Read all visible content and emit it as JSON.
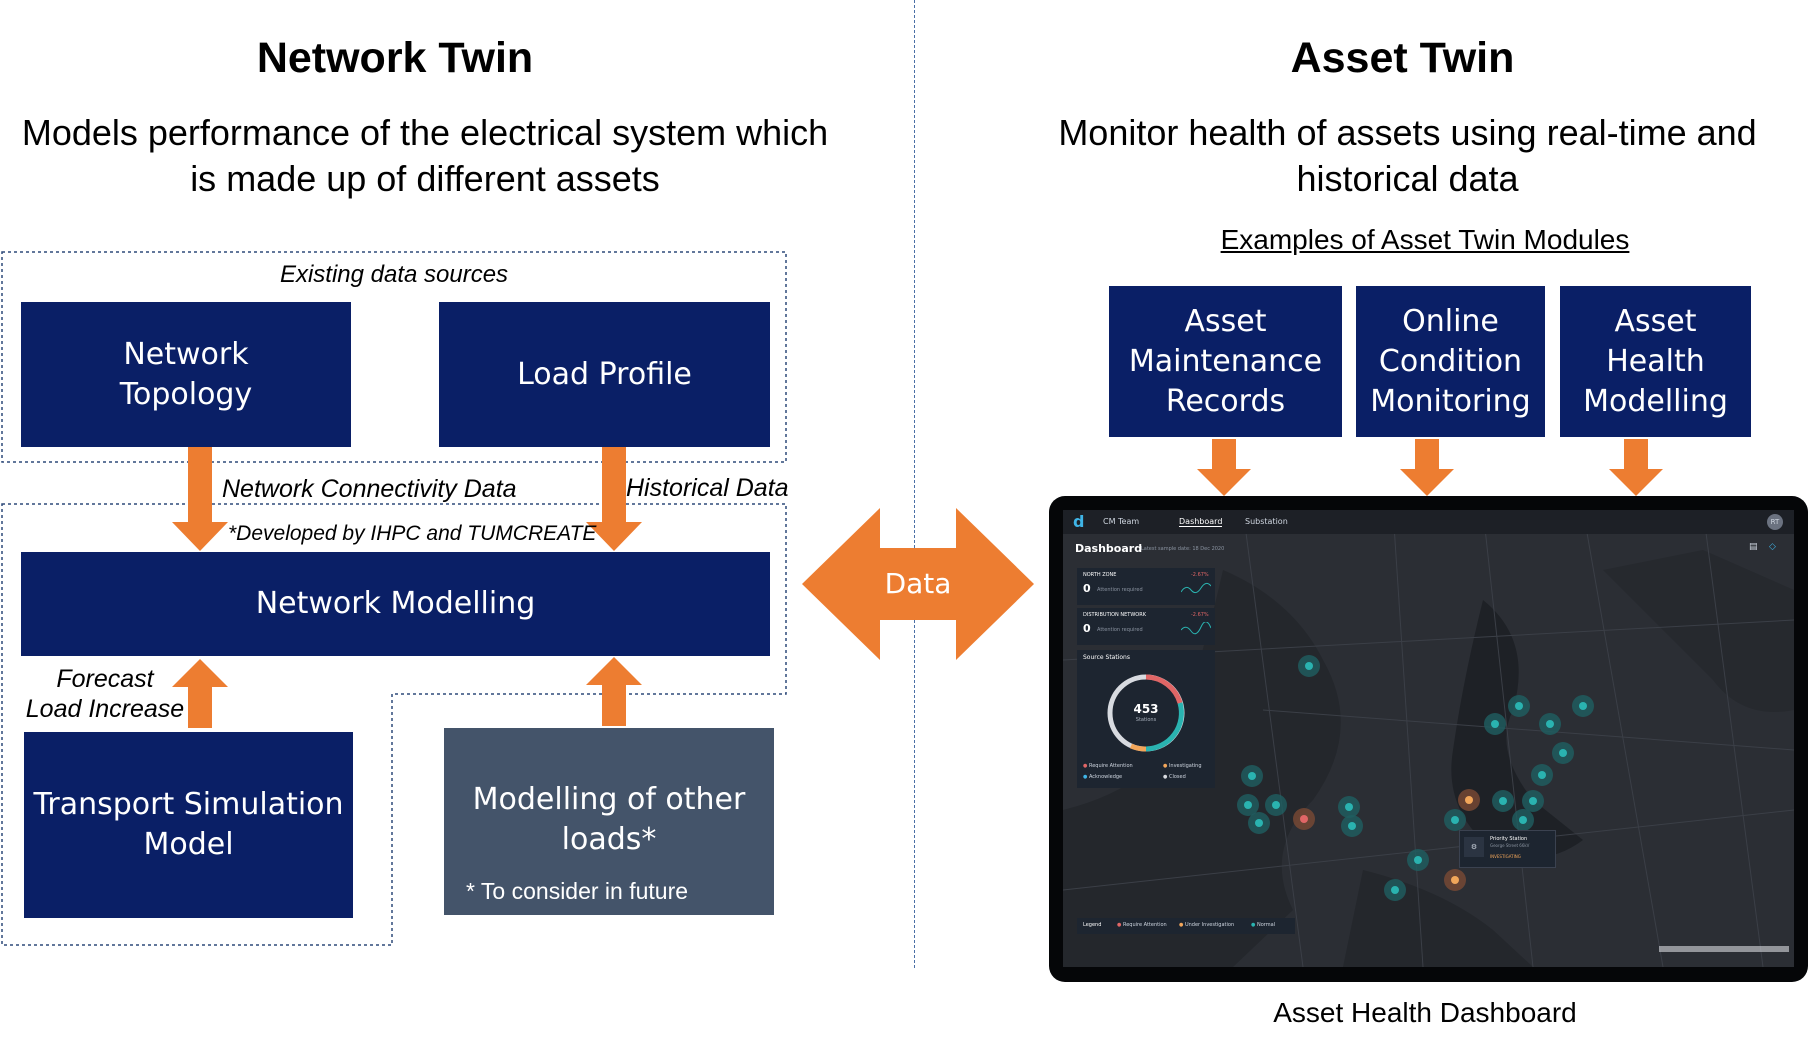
{
  "left": {
    "title": "Network Twin",
    "subtitle_line1": "Models performance of the electrical system which",
    "subtitle_line2": "is made up of different assets",
    "existing_label": "Existing data sources",
    "network_topology_l1": "Network",
    "network_topology_l2": "Topology",
    "load_profile": "Load Profile",
    "connectivity_label": "Network  Connectivity Data",
    "historical_label": "Historical Data",
    "developed_label": "*Developed  by IHPC and TUMCREATE",
    "network_modelling": "Network Modelling",
    "forecast_l1": "Forecast",
    "forecast_l2": "Load Increase",
    "transport_l1": "Transport Simulation",
    "transport_l2": "Model",
    "other_l1": "Modelling of other",
    "other_l2": "loads*",
    "other_note": "* To consider in future"
  },
  "center": {
    "data_label": "Data"
  },
  "right": {
    "title": "Asset Twin",
    "subtitle_line1": "Monitor health of assets using real-time and",
    "subtitle_line2": "historical data",
    "examples_label": "Examples of Asset Twin Modules",
    "modules": [
      {
        "l1": "Asset",
        "l2": "Maintenance",
        "l3": "Records"
      },
      {
        "l1": "Online",
        "l2": "Condition",
        "l3": "Monitoring"
      },
      {
        "l1": "Asset",
        "l2": "Health",
        "l3": "Modelling"
      }
    ],
    "caption": "Asset Health Dashboard"
  },
  "dashboard": {
    "team": "CM Team",
    "tab_dashboard": "Dashboard",
    "tab_substation": "Substation",
    "avatar": "RT",
    "heading": "Dashboard",
    "sample_date": "Latest sample date: 18 Dec 2020",
    "north_zone": "NORTH ZONE",
    "north_count": "0",
    "north_sub": "Attention required",
    "north_pct": "-2.67%",
    "dist_network": "DISTRIBUTION NETWORK",
    "dist_count": "0",
    "dist_sub": "Attention required",
    "dist_pct": "-2.67%",
    "source_stations": "Source Stations",
    "stations_count": "453",
    "stations_label": "Stations",
    "legend_items": [
      "Require Attention",
      "Investigating",
      "Acknowledge",
      "Closed"
    ],
    "priority_title": "Priority Station",
    "priority_sub": "George Street 66kV",
    "priority_status": "INVESTIGATING",
    "bottom_legend_title": "Legend",
    "bottom_legend_items": [
      "Require Attention",
      "Under Investigation",
      "Normal"
    ],
    "colors": {
      "navy": "#0a1f66",
      "orange": "#ed7d31",
      "slate": "#44546a",
      "teal": "#2ab3b0"
    }
  }
}
